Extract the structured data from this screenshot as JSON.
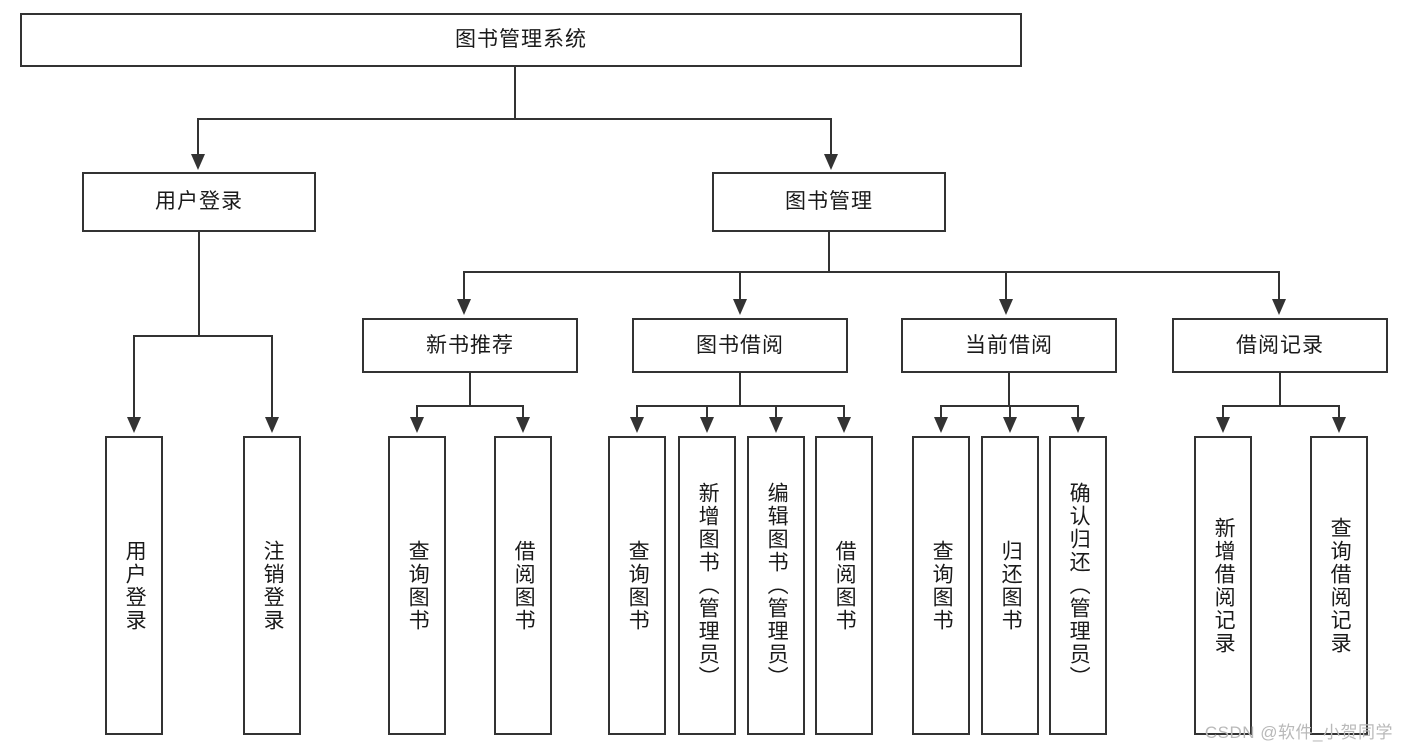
{
  "diagram": {
    "type": "tree-hierarchy",
    "title": "图书管理系统",
    "root": {
      "label": "图书管理系统",
      "orientation": "horizontal"
    },
    "level2": [
      {
        "label": "用户登录",
        "orientation": "horizontal"
      },
      {
        "label": "图书管理",
        "orientation": "horizontal"
      }
    ],
    "level3": [
      {
        "label": "新书推荐",
        "orientation": "horizontal",
        "parent": "图书管理"
      },
      {
        "label": "图书借阅",
        "orientation": "horizontal",
        "parent": "图书管理"
      },
      {
        "label": "当前借阅",
        "orientation": "horizontal",
        "parent": "图书管理"
      },
      {
        "label": "借阅记录",
        "orientation": "horizontal",
        "parent": "图书管理"
      }
    ],
    "leaves": {
      "user_login": [
        {
          "label": "用户登录",
          "orientation": "vertical"
        },
        {
          "label": "注销登录",
          "orientation": "vertical"
        }
      ],
      "new_book_recommend": [
        {
          "label": "查询图书",
          "orientation": "vertical"
        },
        {
          "label": "借阅图书",
          "orientation": "vertical"
        }
      ],
      "book_borrow": [
        {
          "label": "查询图书",
          "orientation": "vertical"
        },
        {
          "label": "新增图书（管理员）",
          "orientation": "vertical"
        },
        {
          "label": "编辑图书（管理员）",
          "orientation": "vertical"
        },
        {
          "label": "借阅图书",
          "orientation": "vertical"
        }
      ],
      "current_borrow": [
        {
          "label": "查询图书",
          "orientation": "vertical"
        },
        {
          "label": "归还图书",
          "orientation": "vertical"
        },
        {
          "label": "确认归还（管理员）",
          "orientation": "vertical"
        }
      ],
      "borrow_record": [
        {
          "label": "新增借阅记录",
          "orientation": "vertical"
        },
        {
          "label": "查询借阅记录",
          "orientation": "vertical"
        }
      ]
    }
  },
  "watermark": {
    "text": "CSDN @软件_小贺同学"
  },
  "colors": {
    "border": "#333333",
    "text": "#1a1a1a",
    "background": "#ffffff",
    "watermark": "#b9b9b9"
  }
}
